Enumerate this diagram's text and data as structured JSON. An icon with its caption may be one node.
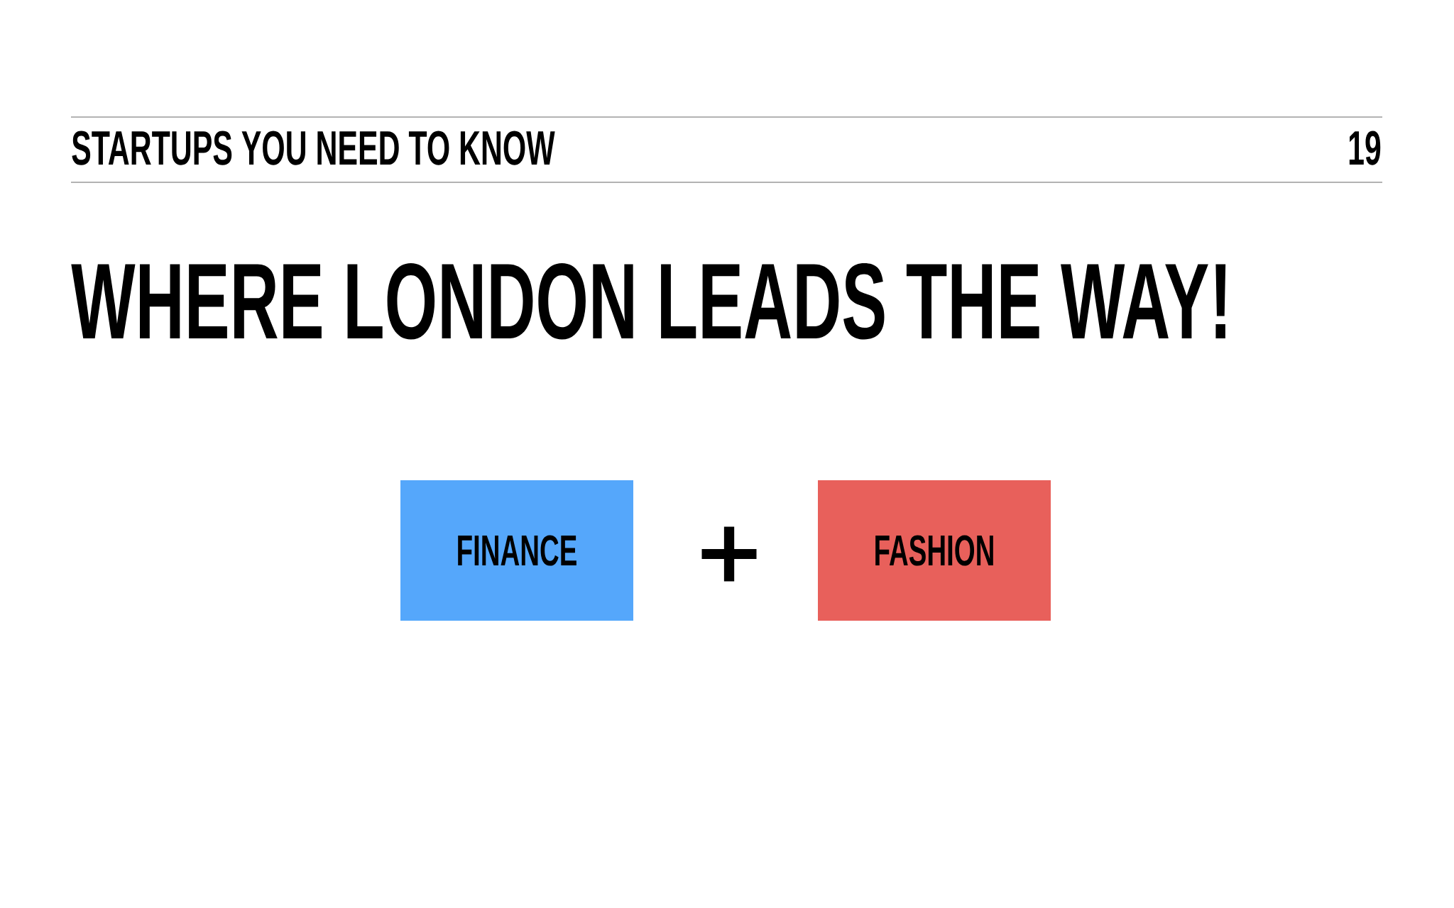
{
  "diagram": {
    "title": "WHERE LONDON LEADS THE WAY!",
    "nodes": [
      {
        "text": [
          "FINANCE"
        ]
      },
      {
        "text": [
          "FASHION"
        ]
      }
    ],
    "labels": [
      "STARTUPS YOU NEED TO KNOW",
      "19",
      "+"
    ]
  }
}
